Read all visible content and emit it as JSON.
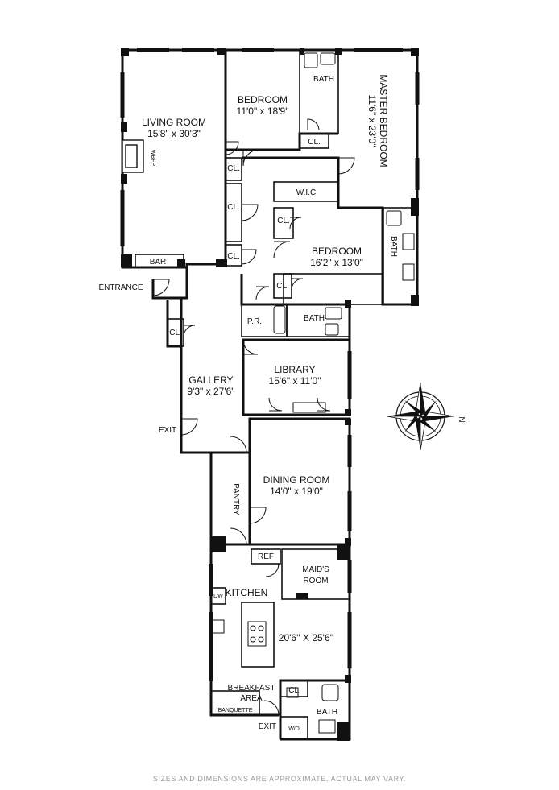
{
  "rooms": {
    "living": {
      "name": "LIVING ROOM",
      "dims": "15'8\" x 30'3\""
    },
    "wbfp": "WBFP",
    "bar": "BAR",
    "bedroom1": {
      "name": "BEDROOM",
      "dims": "11'0\" x 18'9\""
    },
    "bath1": "BATH",
    "cl1": "CL.",
    "master": {
      "name": "MASTER BEDROOM",
      "dims": "11'6\" x 23'0\""
    },
    "cl2": "CL.",
    "cl3": "CL.",
    "wic": "W.I.C",
    "cl4": "CL.",
    "bedroom2": {
      "name": "BEDROOM",
      "dims": "16'2\" x 13'0\""
    },
    "bath2": "BATH",
    "cl5": "CL.",
    "cl6": "CL.",
    "entrance": "ENTRANCE",
    "cl7": "CL.",
    "pr": "P.R.",
    "bath3": "BATH",
    "library": {
      "name": "LIBRARY",
      "dims": "15'6\" x 11'0\""
    },
    "gallery": {
      "name": "GALLERY",
      "dims": "9'3\" x 27'6\""
    },
    "exit1": "EXIT",
    "pantry": "PANTRY",
    "dining": {
      "name": "DINING ROOM",
      "dims": "14'0\" x 19'0\""
    },
    "ref": "REF",
    "maids": {
      "line1": "MAID'S",
      "line2": "ROOM"
    },
    "kitchen": {
      "name": "KITCHEN",
      "dims": "20'6'' X 25'6''"
    },
    "dw": "DW",
    "breakfast": {
      "line1": "BREAKFAST",
      "line2": "AREA"
    },
    "banquette": "BANQUETTE",
    "cl8": "CL.",
    "bath4": "BATH",
    "wd": "W/D",
    "exit2": "EXIT"
  },
  "compass": {
    "north": "N"
  },
  "disclaimer": "SIZES AND DIMENSIONS ARE APPROXIMATE, ACTUAL MAY VARY."
}
